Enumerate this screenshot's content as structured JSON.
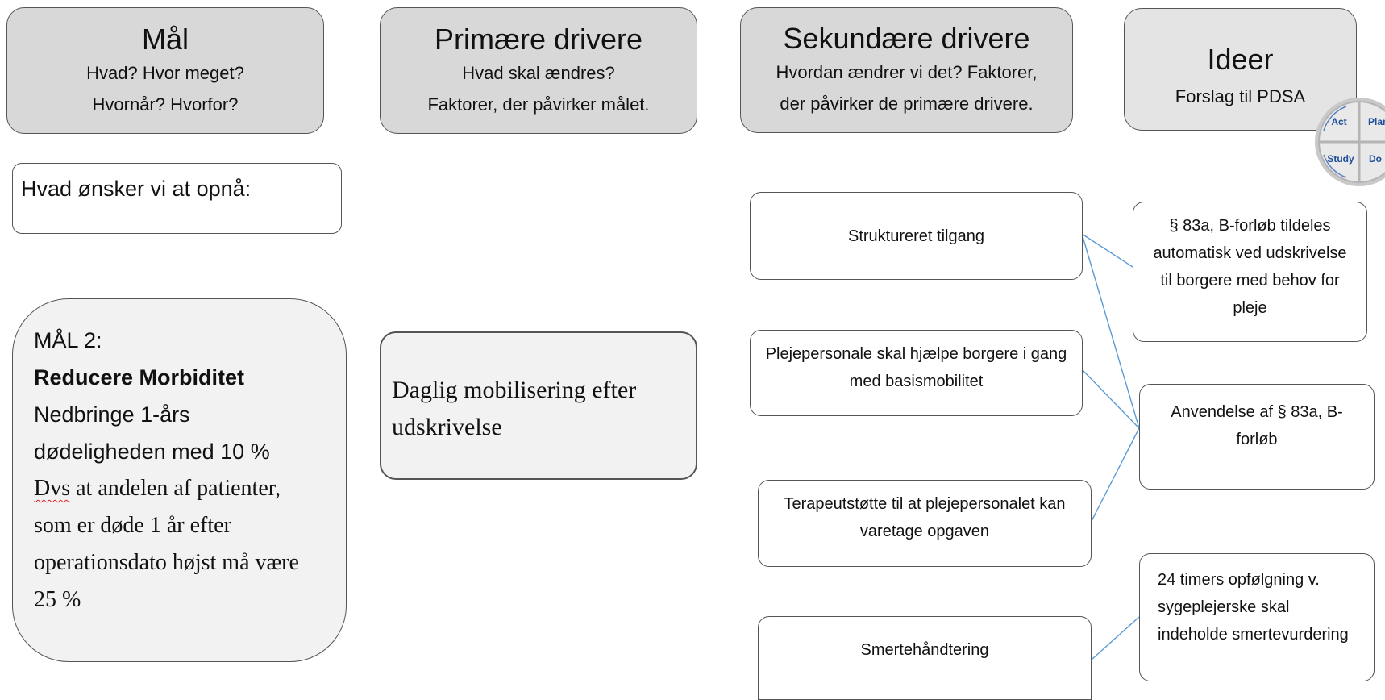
{
  "headers": {
    "maal": {
      "title": "Mål",
      "line1": "Hvad? Hvor meget?",
      "line2": "Hvornår? Hvorfor?"
    },
    "primaere": {
      "title": "Primære drivere",
      "line1": "Hvad skal ændres?",
      "line2": "Faktorer, der påvirker målet."
    },
    "sekundaere": {
      "title": "Sekundære drivere",
      "line1": "Hvordan ændrer vi det? Faktorer,",
      "line2": "der påvirker de primære drivere."
    },
    "ideer": {
      "title": "Ideer",
      "line1": "Forslag til PDSA"
    }
  },
  "pdsa_cycle": {
    "act": "Act",
    "plan": "Plan",
    "study": "Study",
    "do": "Do"
  },
  "aim_question": "Hvad ønsker vi at opnå:",
  "goal": {
    "label": "MÅL 2:",
    "heading": "Reducere Morbiditet",
    "line1": "Nedbringe 1-års",
    "line2": "dødeligheden med 10 %",
    "dvs": "Dvs",
    "line3_rest": " at andelen af patienter,",
    "line4": "som er døde 1 år efter",
    "line5": "operationsdato højst må være",
    "line6": "25 %"
  },
  "primary_driver": {
    "line1": "Daglig mobilisering efter",
    "line2": "udskrivelse"
  },
  "secondary_drivers": [
    {
      "line1": "Struktureret tilgang"
    },
    {
      "line1": "Plejepersonale skal hjælpe borgere i gang",
      "line2": "med basismobilitet"
    },
    {
      "line1": "Terapeutstøtte til at plejepersonalet kan",
      "line2": "varetage opgaven"
    },
    {
      "line1": "Smertehåndtering"
    }
  ],
  "ideas": [
    {
      "line1": "§ 83a, B-forløb tildeles",
      "line2": "automatisk ved udskrivelse",
      "line3": "til borgere med behov for",
      "line4": "pleje"
    },
    {
      "line1": "Anvendelse af § 83a, B-",
      "line2": "forløb"
    },
    {
      "line1": "24 timers opfølgning v.",
      "line2": "sygeplejerske skal",
      "line3": "indeholde smertevurdering"
    }
  ],
  "colors": {
    "header_fill": "#d9d8d9",
    "goal_fill": "#f2f2f2",
    "connector": "#5b9bd5",
    "pdsa_text": "#1f4e9a"
  }
}
